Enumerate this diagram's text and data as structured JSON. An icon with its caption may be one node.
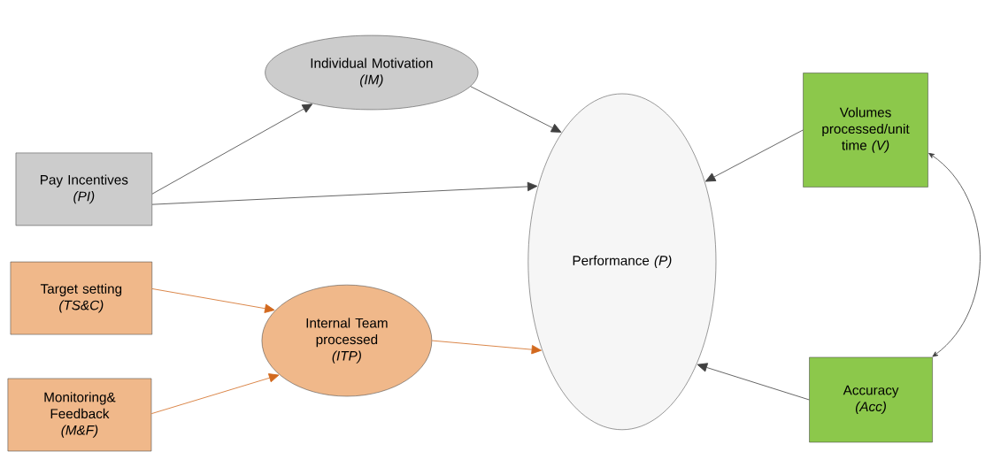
{
  "diagram": {
    "nodes": [
      {
        "text": [
          "Individual Motivation",
          "(IM)"
        ]
      },
      {
        "text": [
          "Pay Incentives",
          "(PI)"
        ]
      },
      {
        "text": [
          "Target setting",
          "(TS&C)"
        ]
      },
      {
        "text": [
          "Internal Team processed",
          "(ITP)"
        ]
      },
      {
        "text": [
          "Monitoring& Feedback",
          "(M&F)"
        ]
      },
      {
        "text": [
          "Performance *(P)*"
        ]
      },
      {
        "text": [
          "Volumes processed/unit time *(V)*"
        ]
      },
      {
        "text": [
          "Accuracy",
          "(Acc)"
        ]
      }
    ],
    "edges": [
      {
        "from": 1,
        "to": 0,
        "arrow": "to"
      },
      {
        "from": 0,
        "to": 5,
        "arrow": "to"
      },
      {
        "from": 1,
        "to": 5,
        "arrow": "to"
      },
      {
        "from": 6,
        "to": 5,
        "arrow": "to"
      },
      {
        "from": 2,
        "to": 3,
        "arrow": "to",
        "color": "#d2691e"
      },
      {
        "from": 4,
        "to": 3,
        "arrow": "to",
        "color": "#d2691e"
      },
      {
        "from": 3,
        "to": 5,
        "arrow": "to",
        "color": "#d2691e"
      },
      {
        "from": 7,
        "to": 5,
        "arrow": "to"
      },
      {
        "from": 6,
        "to": 7,
        "arrow": "both"
      }
    ]
  }
}
